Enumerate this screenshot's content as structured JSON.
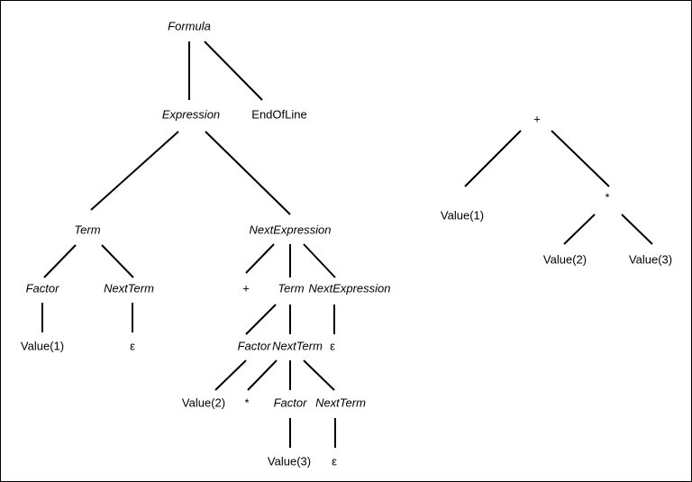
{
  "parse_tree": {
    "formula": "Formula",
    "expression": "Expression",
    "end_of_line": "EndOfLine",
    "term": "Term",
    "next_expression": "NextExpression",
    "factor_1": "Factor",
    "next_term_1": "NextTerm",
    "value_1": "Value(1)",
    "epsilon_1": "ε",
    "plus": "+",
    "term_2": "Term",
    "next_expression_2": "NextExpression",
    "factor_2": "Factor",
    "next_term_2": "NextTerm",
    "epsilon_2": "ε",
    "value_2": "Value(2)",
    "star": "*",
    "factor_3": "Factor",
    "next_term_3": "NextTerm",
    "value_3": "Value(3)",
    "epsilon_3": "ε"
  },
  "ast": {
    "plus": "+",
    "value_1": "Value(1)",
    "star": "*",
    "value_2": "Value(2)",
    "value_3": "Value(3)"
  }
}
